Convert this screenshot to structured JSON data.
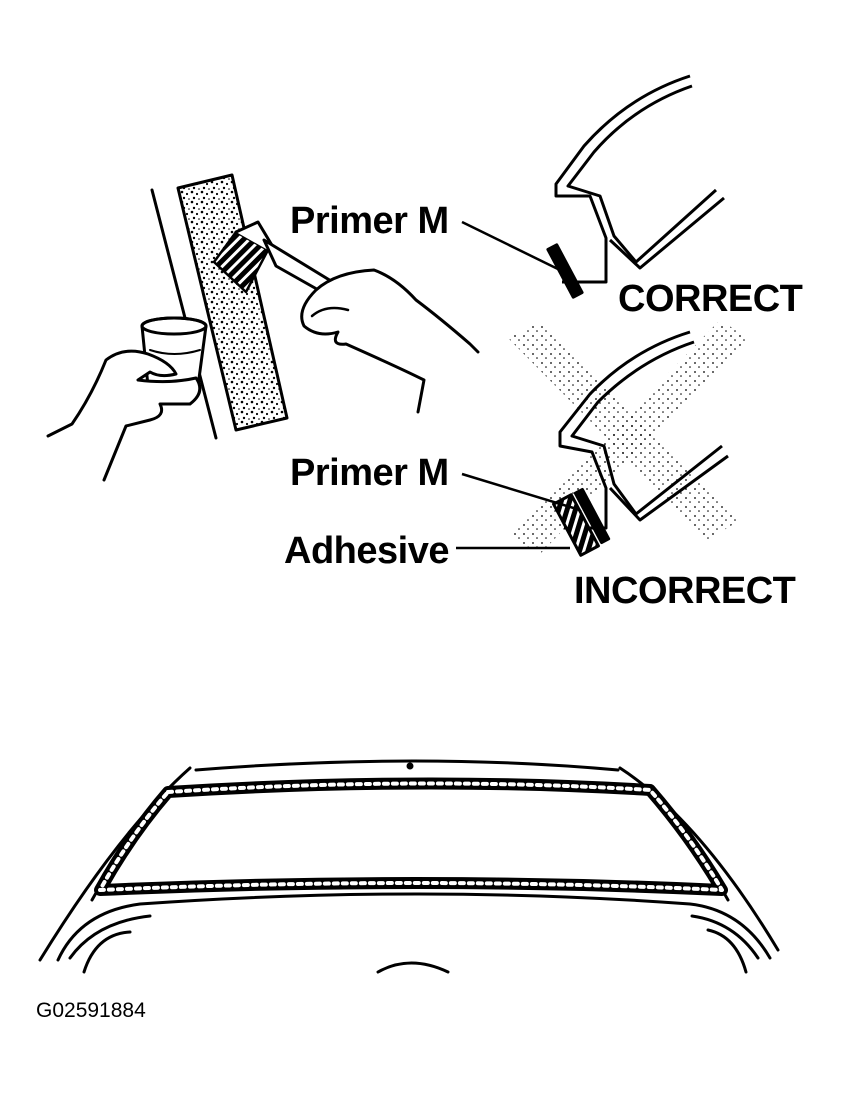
{
  "labels": {
    "primer_top": "Primer M",
    "correct": "CORRECT",
    "primer_bottom": "Primer M",
    "adhesive": "Adhesive",
    "incorrect": "INCORRECT",
    "figure_code": "G02591884"
  },
  "colors": {
    "ink": "#000000",
    "paper": "#ffffff"
  }
}
